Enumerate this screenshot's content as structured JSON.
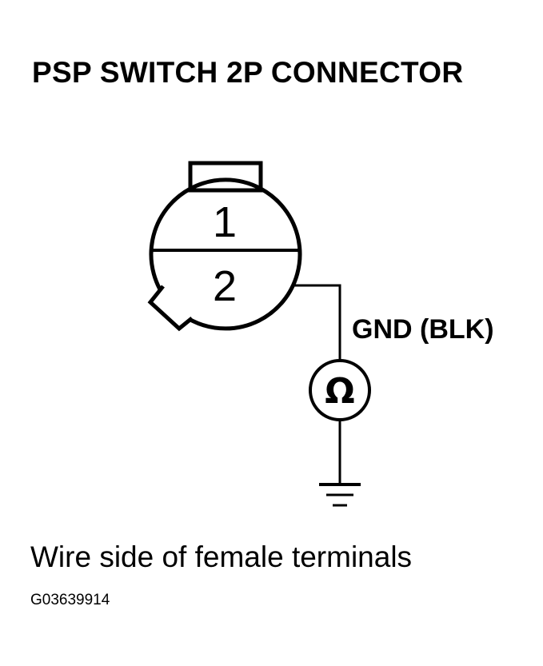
{
  "title": "PSP SWITCH 2P CONNECTOR",
  "connector": {
    "pin_1_label": "1",
    "pin_2_label": "2"
  },
  "wire": {
    "label": "GND (BLK)"
  },
  "meter": {
    "symbol": "Ω",
    "icon": "ohmmeter-icon"
  },
  "ground": {
    "icon": "ground-icon"
  },
  "caption": "Wire side of female terminals",
  "figure_id": "G03639914",
  "colors": {
    "ink": "#000000",
    "background": "#ffffff"
  }
}
